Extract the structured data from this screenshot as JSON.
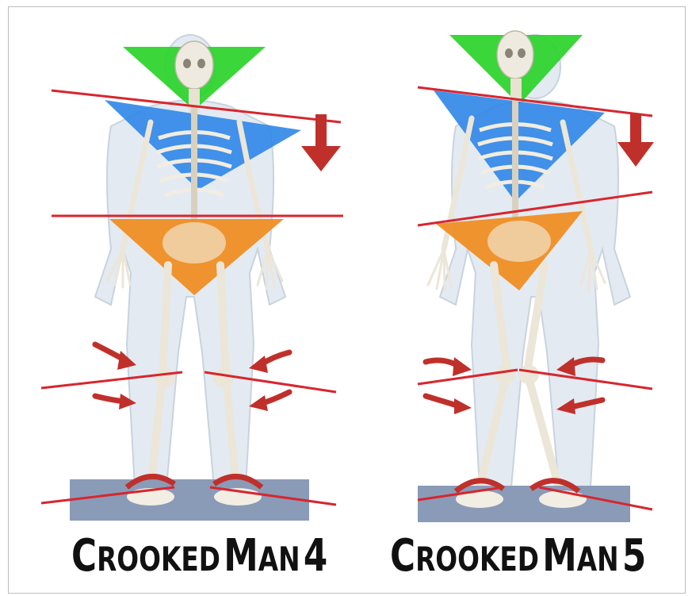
{
  "colors": {
    "head_triangle": "#2fd42f",
    "shoulder_triangle": "#2f86e8",
    "pelvis_triangle": "#f08b1e",
    "alignment_line": "#d7262e",
    "arrow": "#c0302b",
    "floor": "#8a9bb8",
    "bone": "#efe9dc",
    "body_silhouette": "#dfe7f0"
  },
  "figures": [
    {
      "caption": {
        "first_cap": "C",
        "first_rest": "ROOKED",
        "second_cap": "M",
        "second_rest": "AN",
        "number": "4"
      }
    },
    {
      "caption": {
        "first_cap": "C",
        "first_rest": "ROOKED",
        "second_cap": "M",
        "second_rest": "AN",
        "number": "5"
      }
    }
  ]
}
